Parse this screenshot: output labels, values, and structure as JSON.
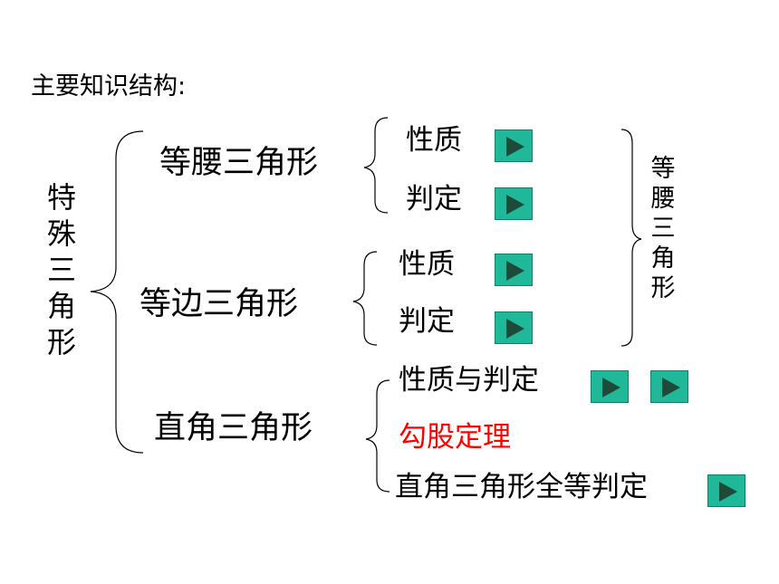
{
  "heading": "主要知识结构:",
  "root": "特殊三角形",
  "right_label": "等腰三角形",
  "categories": [
    {
      "label": "等腰三角形",
      "items": [
        "性质",
        "判定"
      ]
    },
    {
      "label": "等边三角形",
      "items": [
        "性质",
        "判定"
      ]
    },
    {
      "label": "直角三角形",
      "items": [
        "性质与判定",
        "勾股定理",
        "直角三角形全等判定"
      ]
    }
  ],
  "colors": {
    "text": "#000000",
    "highlight": "#ff0000",
    "button_fill": "#1fb99a",
    "button_arrow": "#1e4a3a"
  },
  "icons": {
    "play_button": "play-icon"
  }
}
